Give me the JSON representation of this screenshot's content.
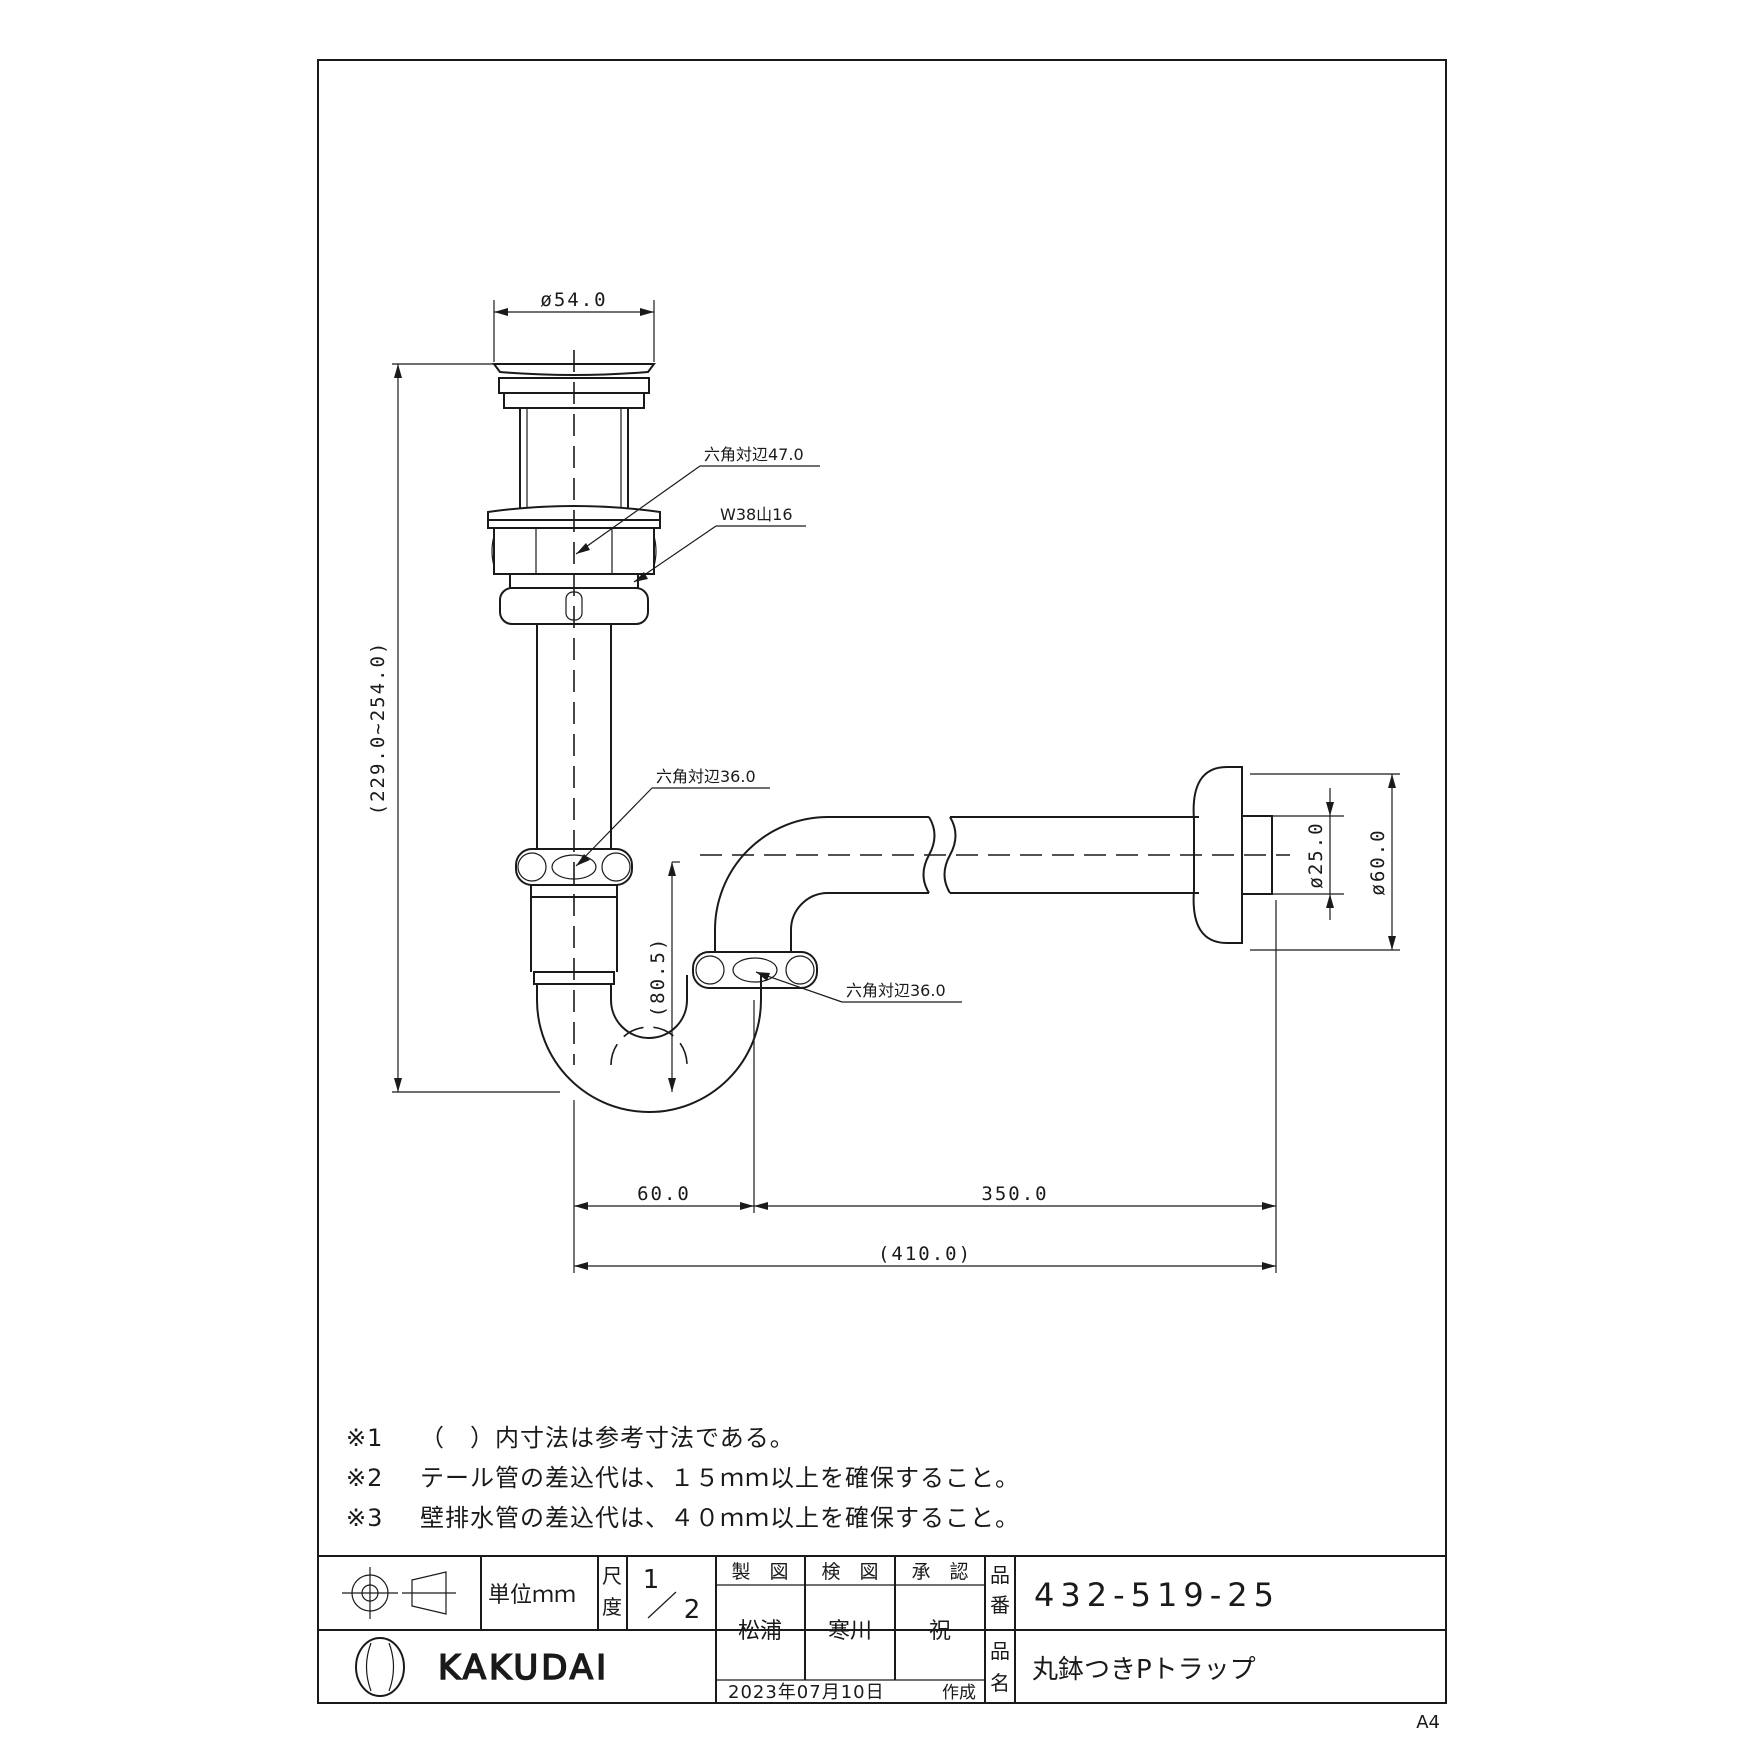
{
  "dimensions": {
    "top_diameter": "ø54.0",
    "overall_height": "(229.0~254.0)",
    "drop_height": "(80.5)",
    "pipe_diameter": "ø25.0",
    "flange_diameter": "ø60.0",
    "trap_offset": "60.0",
    "wall_length": "350.0",
    "total_length": "(410.0)"
  },
  "callouts": {
    "hex_upper": "六角対辺47.0",
    "thread": "W38山16",
    "hex_middle": "六角対辺36.0",
    "hex_lower": "六角対辺36.0"
  },
  "notes": [
    {
      "mark": "※1",
      "text": "（　）内寸法は参考寸法である。"
    },
    {
      "mark": "※2",
      "text": "テール管の差込代は、１５ｍｍ以上を確保すること。"
    },
    {
      "mark": "※3",
      "text": "壁排水管の差込代は、４０ｍｍ以上を確保すること。"
    }
  ],
  "title_block": {
    "projection_symbol": "third-angle-projection-icon",
    "unit": "単位ｍｍ",
    "scale_label_1": "尺",
    "scale_label_2": "度",
    "scale_num": "1",
    "scale_den": "2",
    "made_label": "製　図",
    "checked_label": "検　図",
    "approved_label": "承　認",
    "made_by": "松浦",
    "checked_by": "寒川",
    "approved_by": "祝",
    "part_no_label_1": "品",
    "part_no_label_2": "番",
    "part_no": "432-519-25",
    "name_label_1": "品",
    "name_label_2": "名",
    "part_name": "丸鉢つきPトラップ",
    "date": "2023年07月10日",
    "created": "作成",
    "brand": "KAKUDAI",
    "sheet_size": "A4"
  }
}
